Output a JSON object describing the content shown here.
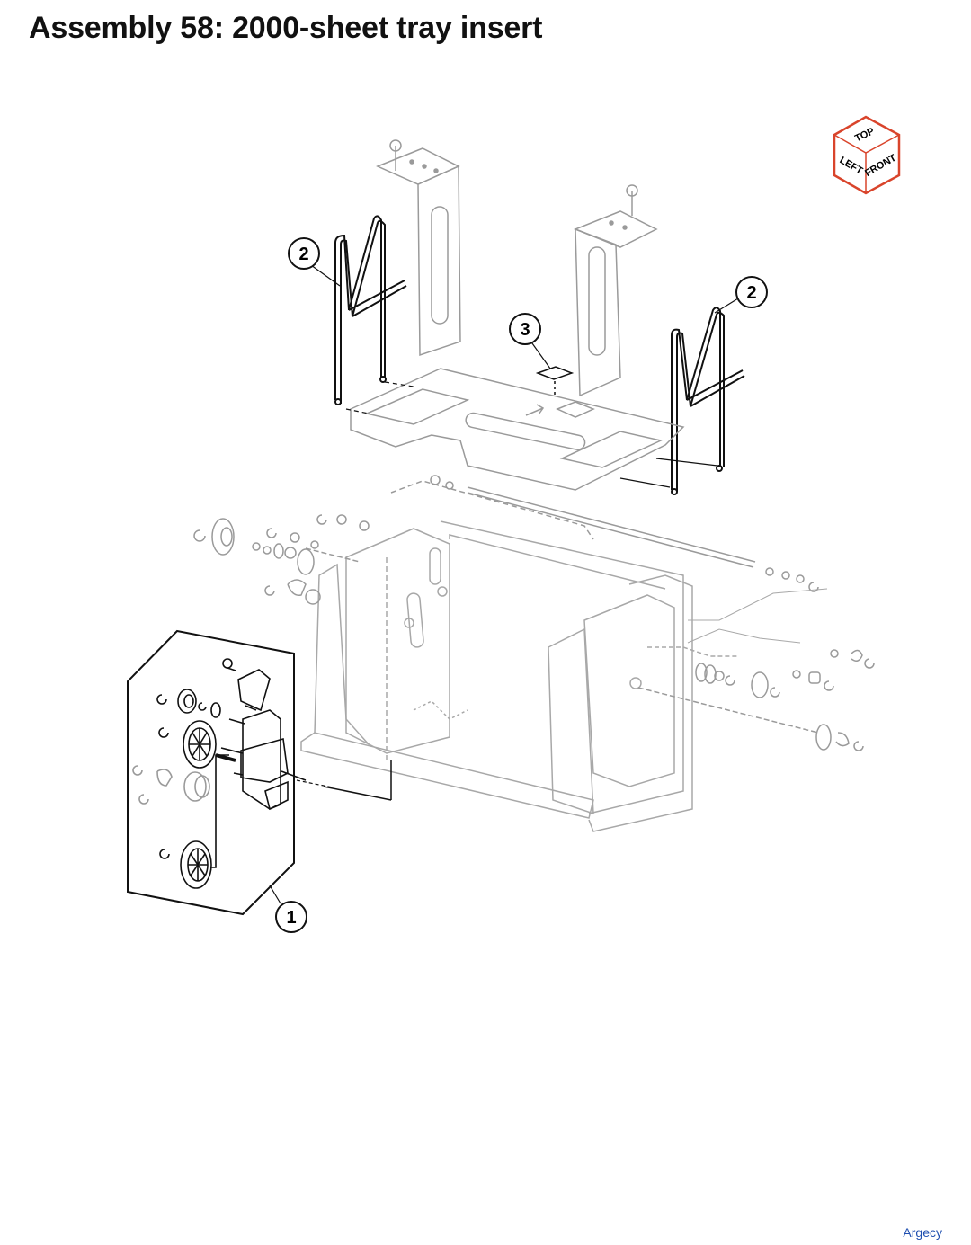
{
  "page": {
    "title": "Assembly 58: 2000-sheet tray insert",
    "watermark": "Argecy"
  },
  "orientation_cube": {
    "top": "TOP",
    "left": "LEFT",
    "front": "FRONT",
    "edge_color": "#d9442b"
  },
  "callouts": [
    {
      "id": "callout-2-left",
      "number": "2"
    },
    {
      "id": "callout-2-right",
      "number": "2"
    },
    {
      "id": "callout-3",
      "number": "3"
    },
    {
      "id": "callout-1",
      "number": "1"
    }
  ],
  "colors": {
    "part_line": "#9a9a9a",
    "highlight_line": "#111111"
  }
}
